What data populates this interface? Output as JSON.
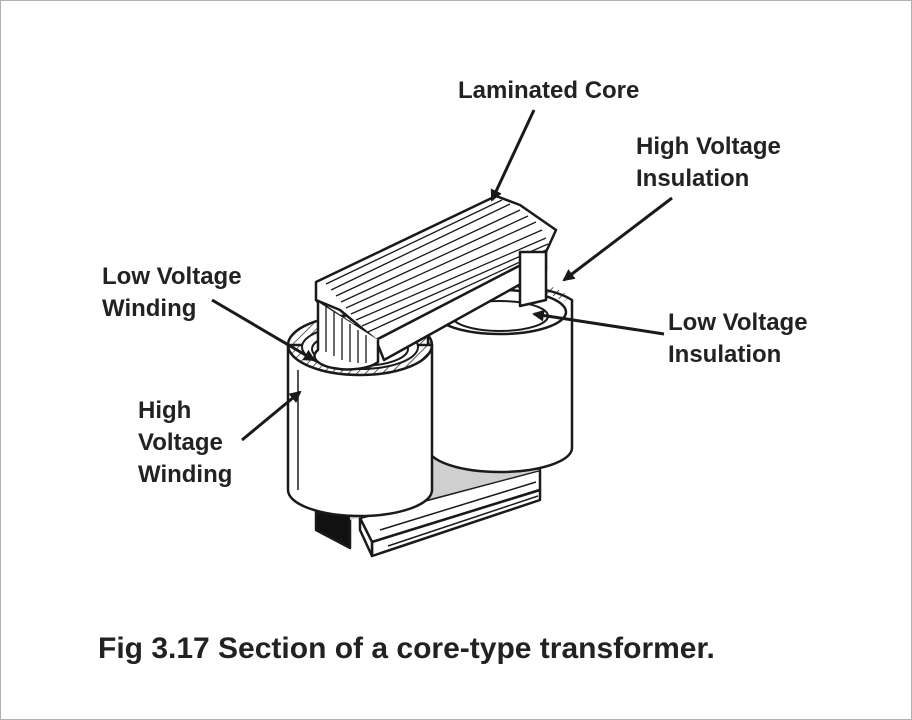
{
  "labels": {
    "laminated_core": "Laminated Core",
    "hv_insulation_1": "High Voltage",
    "hv_insulation_2": "Insulation",
    "lv_winding_1": "Low Voltage",
    "lv_winding_2": "Winding",
    "lv_insulation_1": "Low Voltage",
    "lv_insulation_2": "Insulation",
    "hv_winding_1": "High",
    "hv_winding_2": "Voltage",
    "hv_winding_3": "Winding"
  },
  "caption": "Fig 3.17 Section of a core-type transformer.",
  "colors": {
    "line": "#1a1a1a",
    "shade": "#cfcfcf",
    "dark": "#111111"
  }
}
